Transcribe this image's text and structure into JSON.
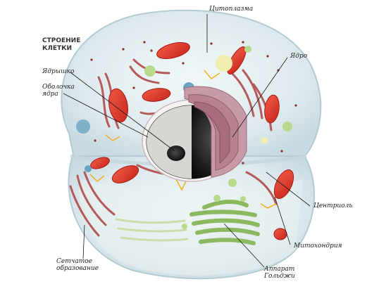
{
  "title": {
    "line1": "СТРОЕНИЕ",
    "line2": "КЛЕТКИ"
  },
  "labels": {
    "cytoplasm": "Цитоплазма",
    "nucleus": "Ядро",
    "nucleolus": "Ядрышко",
    "envelope_l1": "Оболочка",
    "envelope_l2": "ядра",
    "centriole": "Центриоль",
    "mitochondria": "Митохондрия",
    "golgi_l1": "Аппарат",
    "golgi_l2": "Гольджи",
    "er_l1": "Сетчатое",
    "er_l2": "образование"
  },
  "colors": {
    "cytoplasm": "#dde9ee",
    "membrane": "#c9dbe2",
    "mitochondria": "#d8342a",
    "er": "#b35a5a",
    "nucleus_cut": "#b98290",
    "golgi": "#a6c97a",
    "nucleolus": "#222222",
    "leader_line": "#1a1a1a"
  }
}
